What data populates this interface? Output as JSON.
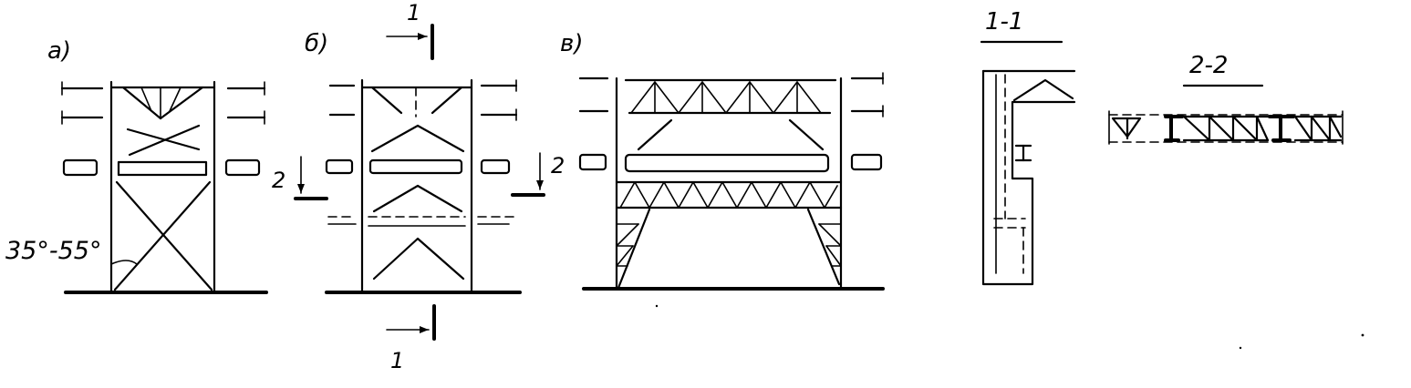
{
  "panels": {
    "a": {
      "label": "а)",
      "angle_label": "35°-55°"
    },
    "b": {
      "label": "б)",
      "section_1_top": "1",
      "section_1_bottom": "1",
      "section_2_left": "2",
      "section_2_right": "2"
    },
    "v": {
      "label": "в)"
    },
    "section_1_1": {
      "title": "1-1"
    },
    "section_2_2": {
      "title": "2-2"
    }
  }
}
